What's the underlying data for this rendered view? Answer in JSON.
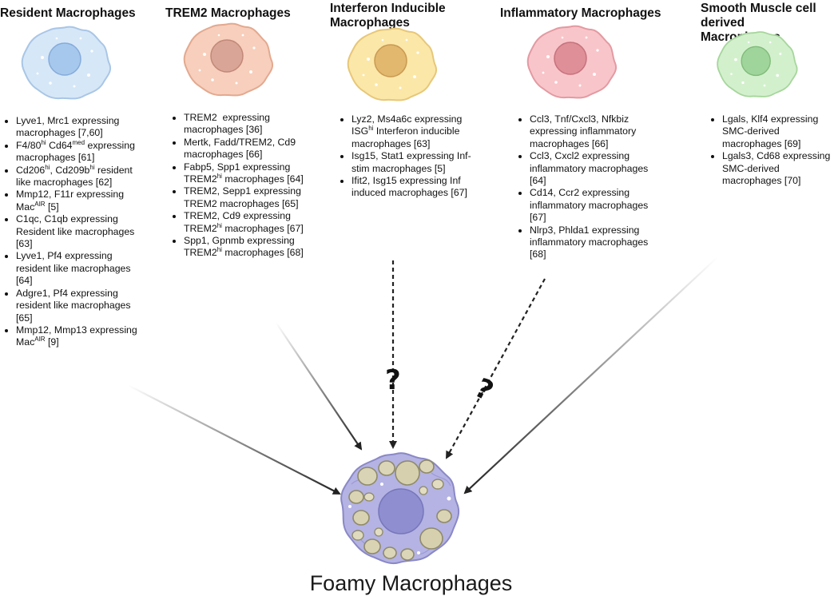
{
  "colors": {
    "resident": "#cfe3f6",
    "trem2": "#f6cbb7",
    "interferon": "#fbe6a6",
    "inflammatory": "#f7c3c7",
    "smc": "#cdeec8",
    "foamy": "#b3b2e3",
    "arrow": "#222222"
  },
  "columns": [
    {
      "id": "resident",
      "title": "Resident Macrophages",
      "cell_icon": "macrophage-cell-icon-blue",
      "items": [
        "Lyve1, Mrc1 expressing macrophages [7,60]",
        "F4/80hi Cd64med expressing macrophages [61]",
        "Cd206hi, Cd209bhi resident like macrophages [62]",
        "Mmp12, F11r expressing MacAIR [5]",
        "C1qc, C1qb expressing Resident like macrophages [63]",
        "Lyve1, Pf4 expressing resident like macrophages [64]",
        "Adgre1, Pf4 expressing resident like macrophages [65]",
        "Mmp12, Mmp13 expressing MacAIR [9]"
      ]
    },
    {
      "id": "trem2",
      "title": "TREM2 Macrophages",
      "cell_icon": "macrophage-cell-icon-peach",
      "items": [
        "TREM2 expressing macrophages [36]",
        "Mertk, Fadd/TREM2, Cd9 macrophages [66]",
        "Fabp5, Spp1 expressing TREM2hi macrophages [64]",
        "TREM2, Sepp1 expressing TREM2 macrophages [65]",
        "TREM2, Cd9 expressing TREM2hi macrophages [67]",
        "Spp1, Gpnmb expressing TREM2hi macrophages [68]"
      ]
    },
    {
      "id": "interferon",
      "title": "Interferon Inducible Macrophages",
      "cell_icon": "macrophage-cell-icon-yellow",
      "items": [
        "Lyz2, Ms4a6c expressing ISGhi Interferon inducible macrophages [63]",
        "Isg15, Stat1 expressing Inf-stim macrophages [5]",
        "Ifit2, Isg15 expressing Inf induced macrophages [67]"
      ]
    },
    {
      "id": "inflammatory",
      "title": "Inflammatory Macrophages",
      "cell_icon": "macrophage-cell-icon-pink",
      "items": [
        "Ccl3, Tnf/Cxcl3, Nfkbiz expressing inflammatory macrophages [66]",
        "Ccl3, Cxcl2 expressing inflammatory macrophages [64]",
        "Cd14, Ccr2 expressing inflammatory macrophages [67]",
        "Nlrp3, Phlda1 expressing inflammatory macrophages [68]"
      ]
    },
    {
      "id": "smc",
      "title": "Smooth Muscle cell derived Macrophages",
      "cell_icon": "macrophage-cell-icon-green",
      "items": [
        "Lgals, Klf4 expressing SMC-derived macrophages [69]",
        "Lgals3, Cd68 expressing SMC-derived macrophages [70]"
      ]
    }
  ],
  "question_marks": [
    "?",
    "?"
  ],
  "target": {
    "label": "Foamy Macrophages",
    "cell_icon": "foamy-macrophage-cell-icon"
  }
}
